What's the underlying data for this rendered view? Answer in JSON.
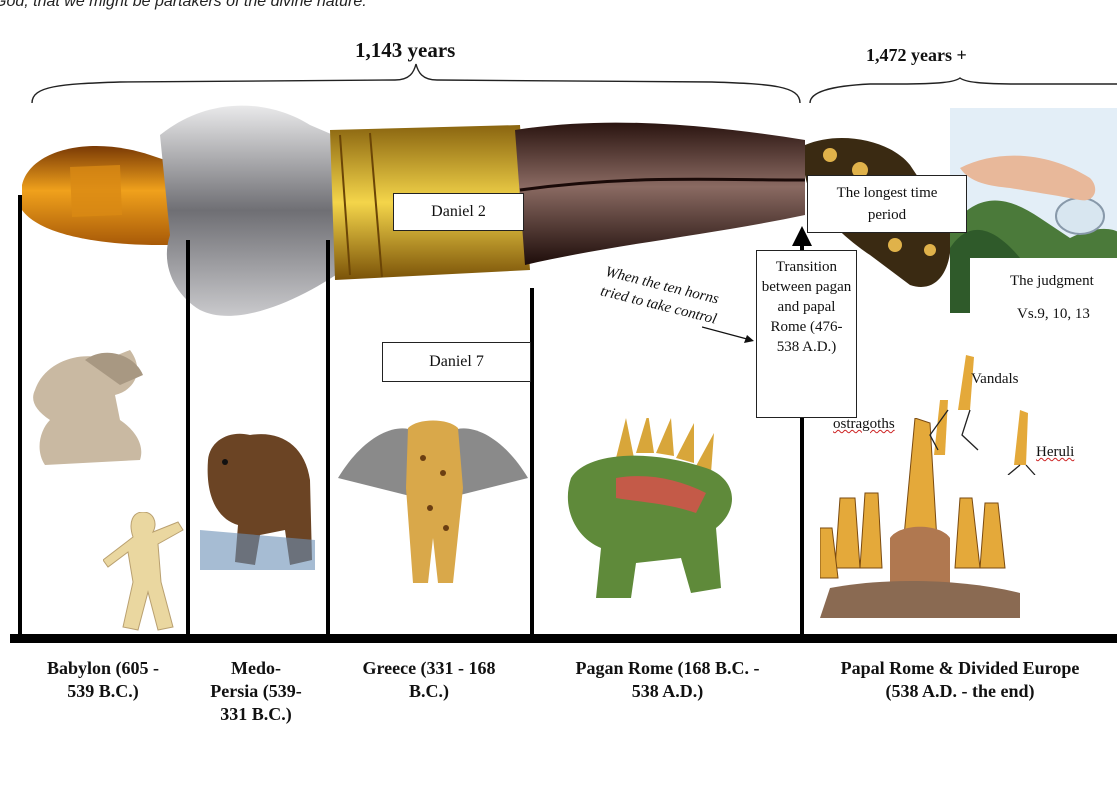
{
  "top_fragment": "God, that we might be partakers of the divine nature.",
  "braces": {
    "left_label": "1,143 years",
    "right_label": "1,472 years +"
  },
  "boxes": {
    "daniel2": "Daniel 2",
    "daniel7": "Daniel 7",
    "longest": "The longest time period",
    "transition": "Transition between pagan and papal Rome (476-538 A.D.)"
  },
  "annotations": {
    "ten_horns": "When the ten horns tried to take control",
    "judgment_line1": "The judgment",
    "judgment_line2": "Vs.9, 10, 13",
    "vandals": "Vandals",
    "ostragoths": "ostragoths",
    "heruli": "Heruli"
  },
  "periods": [
    {
      "line1": "Babylon (605 -",
      "line2": "539 B.C.)",
      "line3": ""
    },
    {
      "line1": "Medo-",
      "line2": "Persia (539-",
      "line3": "331 B.C.)"
    },
    {
      "line1": "Greece (331 - 168",
      "line2": "B.C.)",
      "line3": ""
    },
    {
      "line1": "Pagan Rome (168 B.C. -",
      "line2": "538 A.D.)",
      "line3": ""
    },
    {
      "line1": "Papal Rome & Divided Europe",
      "line2": "(538 A.D. - the end)",
      "line3": ""
    }
  ]
}
